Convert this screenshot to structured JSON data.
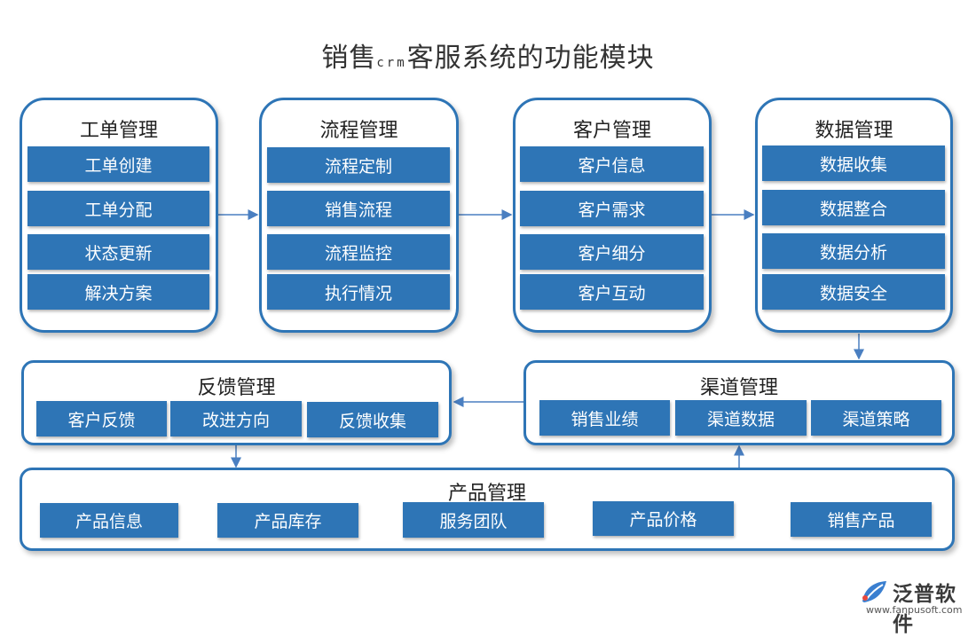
{
  "title": {
    "main_a": "销售",
    "sub": "crm",
    "main_b": "客服系统的功能模块"
  },
  "modules": {
    "ticket": {
      "title": "工单管理",
      "items": [
        "工单创建",
        "工单分配",
        "状态更新",
        "解决方案"
      ]
    },
    "process": {
      "title": "流程管理",
      "items": [
        "流程定制",
        "销售流程",
        "流程监控",
        "执行情况"
      ]
    },
    "customer": {
      "title": "客户管理",
      "items": [
        "客户信息",
        "客户需求",
        "客户细分",
        "客户互动"
      ]
    },
    "data": {
      "title": "数据管理",
      "items": [
        "数据收集",
        "数据整合",
        "数据分析",
        "数据安全"
      ]
    },
    "feedback": {
      "title": "反馈管理",
      "items": [
        "客户反馈",
        "改进方向",
        "反馈收集"
      ]
    },
    "channel": {
      "title": "渠道管理",
      "items": [
        "销售业绩",
        "渠道数据",
        "渠道策略"
      ]
    },
    "product": {
      "title": "产品管理",
      "items": [
        "产品信息",
        "产品库存",
        "服务团队",
        "产品价格",
        "销售产品"
      ]
    }
  },
  "logo": {
    "name": "泛普软件",
    "url": "www.fanpusoft.com"
  },
  "colors": {
    "accent": "#2e75b6",
    "border": "#2e75b6",
    "arrow": "#4a7fc1"
  }
}
